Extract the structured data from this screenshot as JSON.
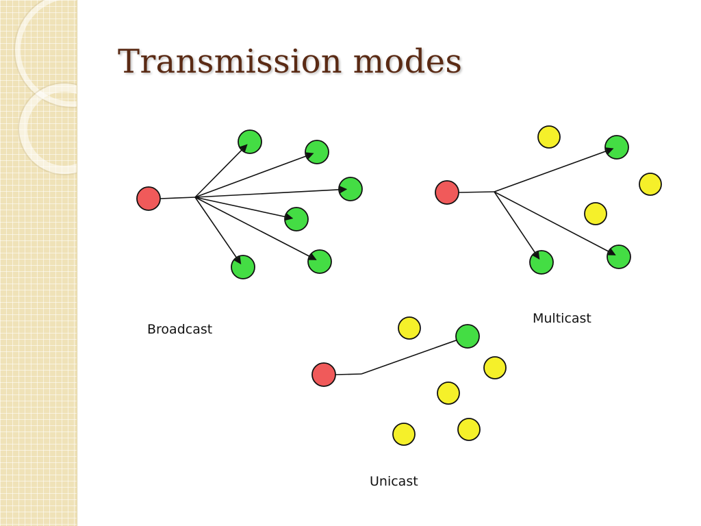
{
  "slide": {
    "title": "Transmission modes"
  },
  "colors": {
    "title": "#5a2a14",
    "sender": "#f05a5a",
    "receiver": "#44dd44",
    "non_receiver": "#f5f02a",
    "edge": "#111111"
  },
  "modes": [
    {
      "name": "broadcast",
      "label": "Broadcast",
      "receivers": 6,
      "non_receivers": 0
    },
    {
      "name": "multicast",
      "label": "Multicast",
      "receivers": 3,
      "non_receivers": 3
    },
    {
      "name": "unicast",
      "label": "Unicast",
      "receivers": 1,
      "non_receivers": 5
    }
  ]
}
